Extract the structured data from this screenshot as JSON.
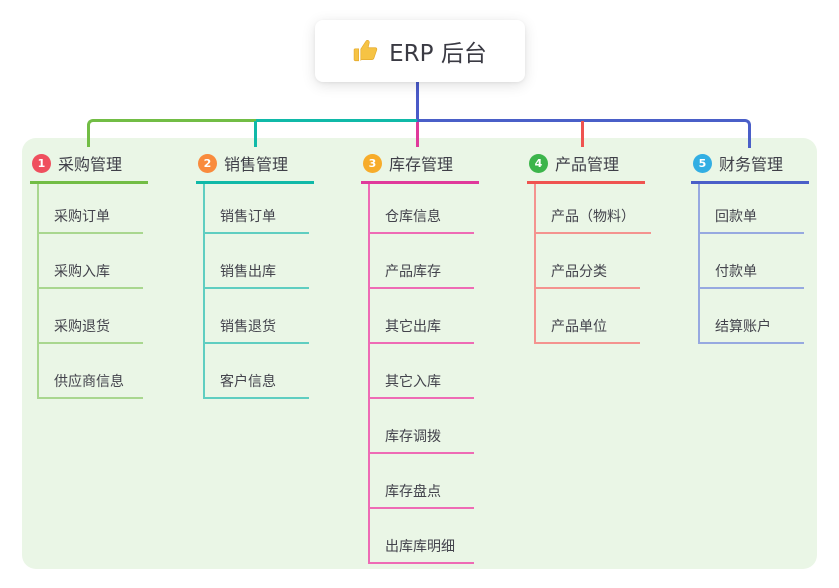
{
  "root": {
    "label": "ERP 后台",
    "icon": "thumbs-up"
  },
  "colors": {
    "canvas": "#FFFFFF",
    "panel_bg": "#EAF6E6",
    "root_connector": "#4A5AC8",
    "root_text": "#3A3A43",
    "node_text": "#3F3F48",
    "thumb_icon": "#F6C344"
  },
  "branches": [
    {
      "number": "1",
      "label": "采购管理",
      "badge_color": "#EF4F5E",
      "line_color": "#72BD45",
      "child_line_color": "#A9D78F",
      "children": [
        "采购订单",
        "采购入库",
        "采购退货",
        "供应商信息"
      ]
    },
    {
      "number": "2",
      "label": "销售管理",
      "badge_color": "#F98B3D",
      "line_color": "#10B9A8",
      "child_line_color": "#5FCEC1",
      "children": [
        "销售订单",
        "销售出库",
        "销售退货",
        "客户信息"
      ]
    },
    {
      "number": "3",
      "label": "库存管理",
      "badge_color": "#F7AC2A",
      "line_color": "#E0399B",
      "child_line_color": "#EE6BB5",
      "children": [
        "仓库信息",
        "产品库存",
        "其它出库",
        "其它入库",
        "库存调拨",
        "库存盘点",
        "出库库明细"
      ]
    },
    {
      "number": "4",
      "label": "产品管理",
      "badge_color": "#3CB54B",
      "line_color": "#EF5350",
      "child_line_color": "#F4938F",
      "children": [
        "产品（物料）",
        "产品分类",
        "产品单位"
      ]
    },
    {
      "number": "5",
      "label": "财务管理",
      "badge_color": "#32AEE3",
      "line_color": "#4A5FC8",
      "child_line_color": "#97A9E0",
      "children": [
        "回款单",
        "付款单",
        "结算账户"
      ]
    }
  ]
}
